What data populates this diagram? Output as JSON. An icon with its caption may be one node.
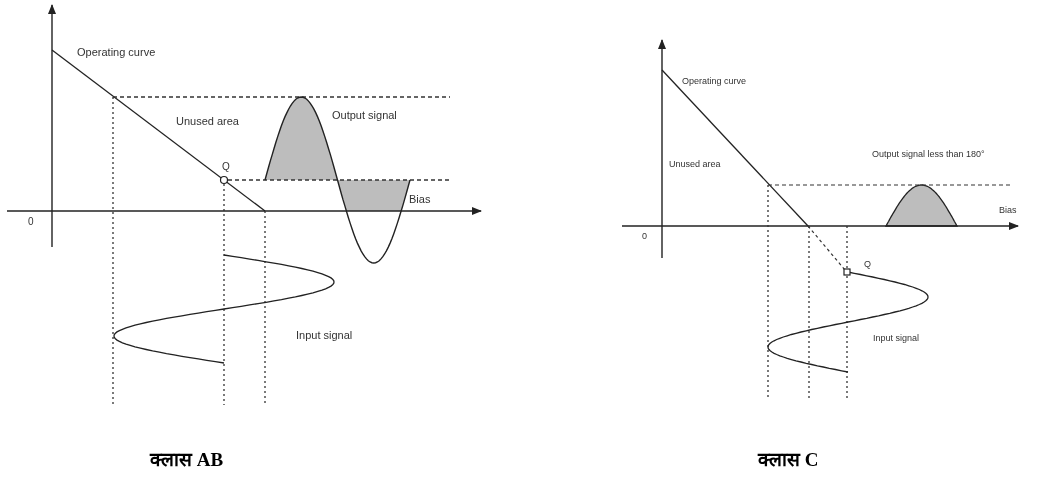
{
  "diagram": {
    "labels": [
      "Operating curve",
      "Unused area",
      "Output signal",
      "Q",
      "Bias",
      "0",
      "Input signal",
      "Operating curve",
      "Output signal less than 180°",
      "Unused area",
      "Bias",
      "0",
      "Q",
      "Input signal",
      "क्लास  AB",
      "क्लास  C"
    ]
  }
}
